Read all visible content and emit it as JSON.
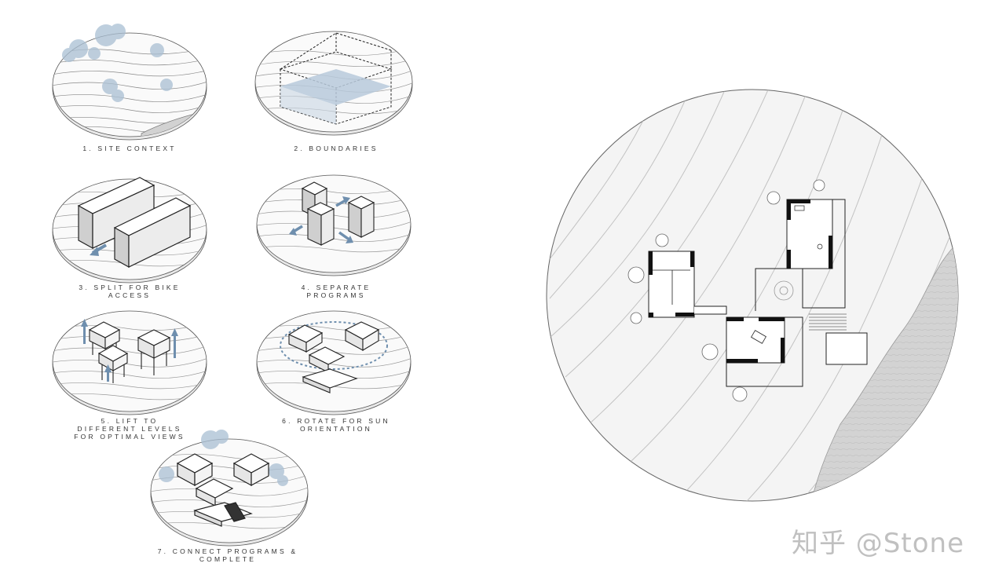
{
  "steps": [
    {
      "line1": "1. SITE CONTEXT",
      "line2": "",
      "line3": ""
    },
    {
      "line1": "2. BOUNDARIES",
      "line2": "",
      "line3": ""
    },
    {
      "line1": "3. SPLIT FOR BIKE",
      "line2": "ACCESS",
      "line3": ""
    },
    {
      "line1": "4. SEPARATE",
      "line2": "PROGRAMS",
      "line3": ""
    },
    {
      "line1": "5. LIFT TO",
      "line2": "DIFFERENT LEVELS",
      "line3": "FOR OPTIMAL VIEWS"
    },
    {
      "line1": "6. ROTATE FOR SUN",
      "line2": "ORIENTATION",
      "line3": ""
    },
    {
      "line1": "7. CONNECT PROGRAMS &",
      "line2": "COMPLETE",
      "line3": ""
    }
  ],
  "watermark": "知乎 @Stone",
  "colors": {
    "accent_blue": "#7f9fbf",
    "line": "#222222",
    "contour": "#c8c8c8",
    "water": "#cfcfcf"
  }
}
